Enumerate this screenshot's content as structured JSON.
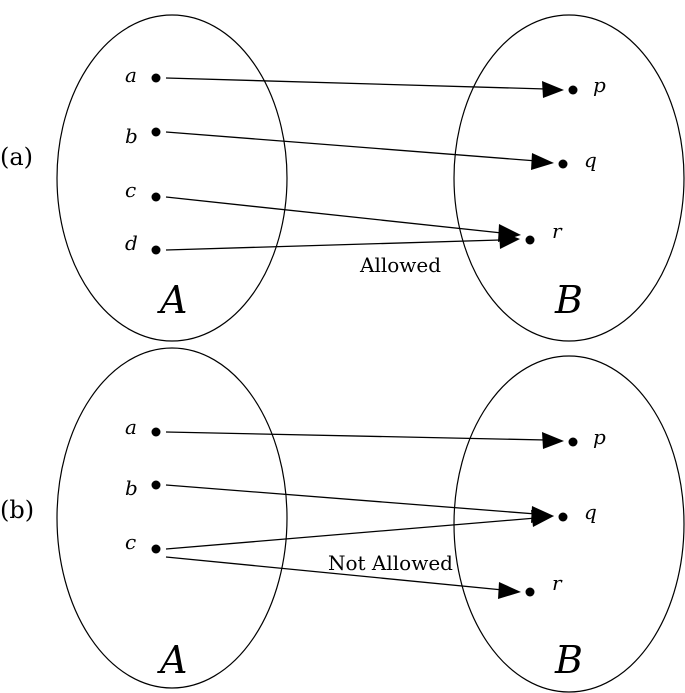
{
  "panels": [
    {
      "label": "(a)",
      "domain_label": "A",
      "codomain_label": "B",
      "domain": [
        "a",
        "b",
        "c",
        "d"
      ],
      "codomain": [
        "p",
        "q",
        "r"
      ],
      "mapping": [
        [
          "a",
          "p"
        ],
        [
          "b",
          "q"
        ],
        [
          "c",
          "r"
        ],
        [
          "d",
          "r"
        ]
      ],
      "note": "Allowed"
    },
    {
      "label": "(b)",
      "domain_label": "A",
      "codomain_label": "B",
      "domain": [
        "a",
        "b",
        "c"
      ],
      "codomain": [
        "p",
        "q",
        "r"
      ],
      "mapping": [
        [
          "a",
          "p"
        ],
        [
          "b",
          "q"
        ],
        [
          "c",
          "q"
        ],
        [
          "c",
          "r"
        ]
      ],
      "note": "Not Allowed"
    }
  ]
}
